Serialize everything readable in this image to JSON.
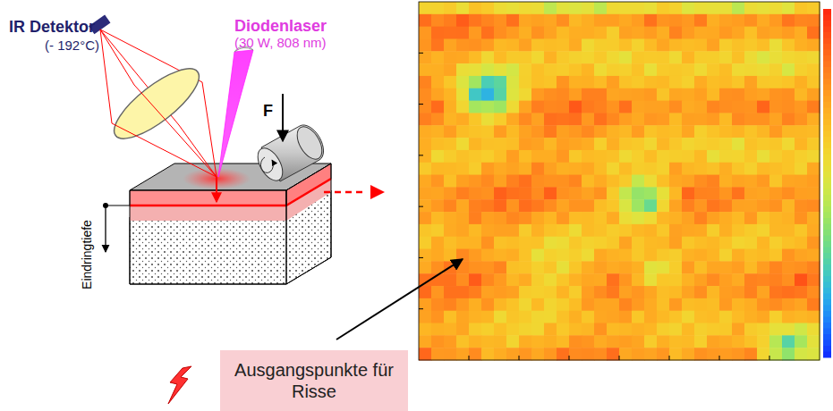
{
  "diagram": {
    "nodes": [
      {
        "text": [
          "Ausgangspunkte für Risse"
        ]
      }
    ],
    "labels": [
      "IR Detektor",
      "(- 192°C)",
      "Diodenlaser",
      "(30 W, 808 nm)",
      "F",
      "Eindringtiefe"
    ]
  }
}
